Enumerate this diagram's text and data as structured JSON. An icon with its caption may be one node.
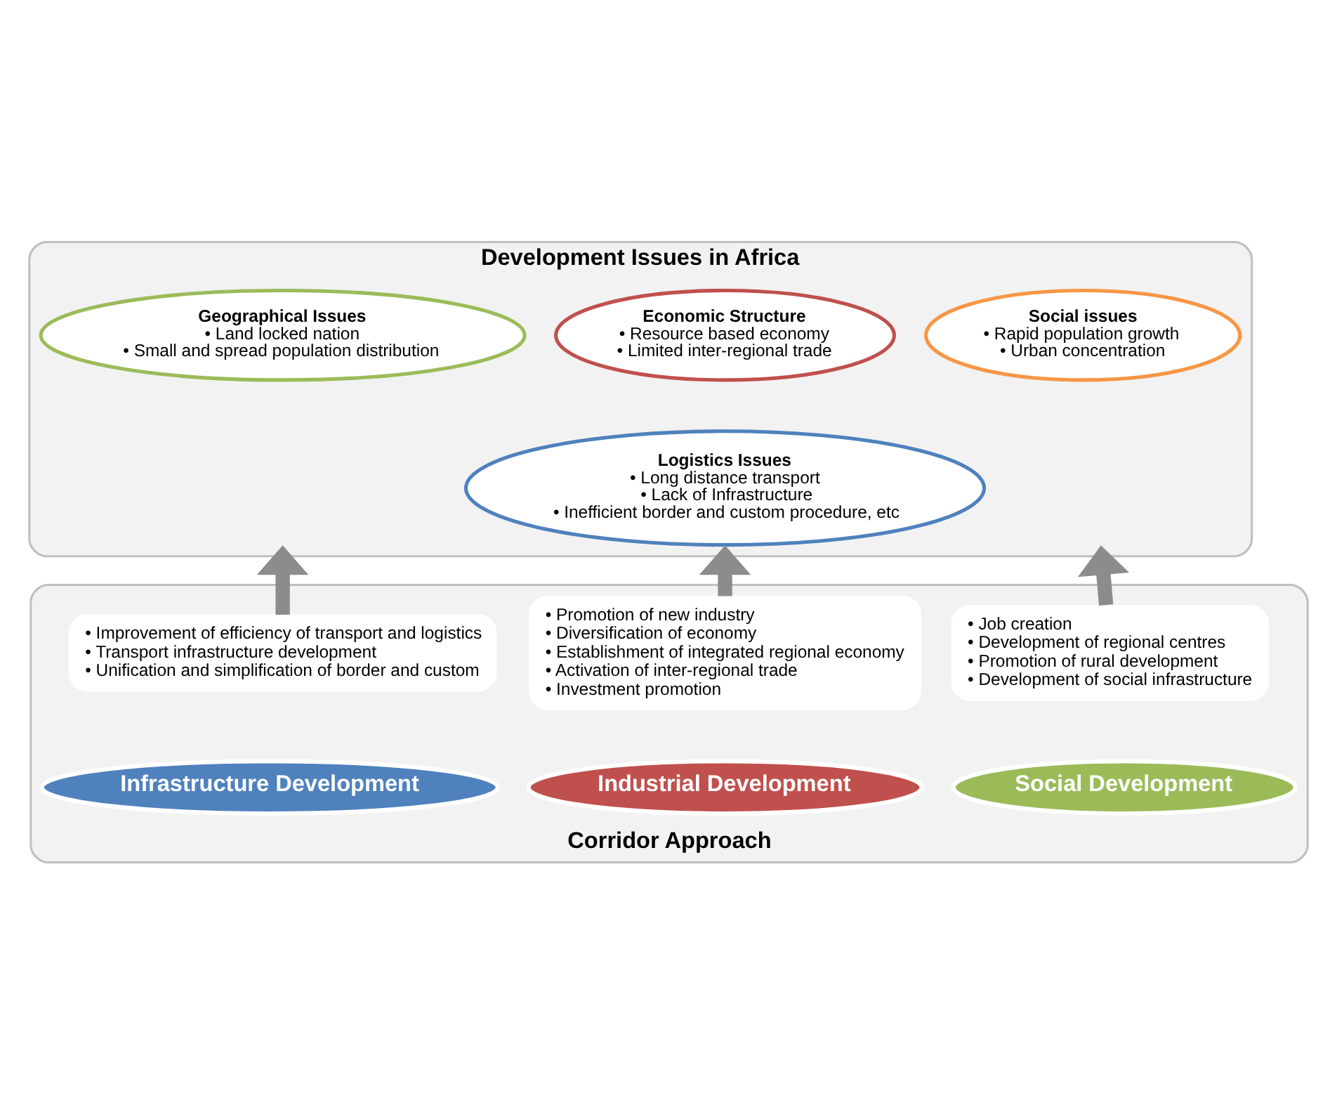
{
  "diagram": {
    "nodes": [
      {
        "text": [
          "Development Issues in Africa"
        ]
      },
      {
        "text": [
          "Economic Structure",
          "• Resource based economy",
          "• Limited inter-regional trade"
        ],
        "in": 0
      },
      {
        "text": [
          "Geographical Issues",
          "• Land locked nation",
          "• Small and spread population distribution"
        ],
        "in": 0
      },
      {
        "text": [
          "Social issues",
          "• Rapid population growth",
          "• Urban concentration"
        ],
        "in": 0
      },
      {
        "text": [
          "Logistics Issues",
          "• Long distance transport",
          "• Lack of Infrastructure",
          "• Inefficient border and custom procedure, etc"
        ],
        "in": 0
      },
      {
        "text": [
          "Corridor Approach"
        ]
      },
      {
        "text": [
          "• Improvement of efficiency of transport and logistics",
          "• Transport infrastructure development",
          "• Unification and simplification of border and custom"
        ],
        "in": 5
      },
      {
        "text": [
          "• Promotion of new industry",
          "• Diversification of economy",
          "• Establishment of integrated regional economy",
          "• Activation of inter-regional trade",
          "• Investment promotion"
        ],
        "in": 5
      },
      {
        "text": [
          "• Job creation",
          "• Development of regional centres",
          "• Promotion of rural development",
          "• Development of social infrastructure"
        ],
        "in": 5
      },
      {
        "text": [
          "Infrastructure Development"
        ],
        "in": 5
      },
      {
        "text": [
          "Industrial Development"
        ],
        "in": 5
      },
      {
        "text": [
          "Social Development"
        ],
        "in": 5
      }
    ],
    "edges": [
      {
        "from": 6,
        "to": 0,
        "arrow": "to"
      },
      {
        "from": 7,
        "to": 0,
        "arrow": "to"
      },
      {
        "from": 8,
        "to": 0,
        "arrow": "to"
      }
    ]
  }
}
